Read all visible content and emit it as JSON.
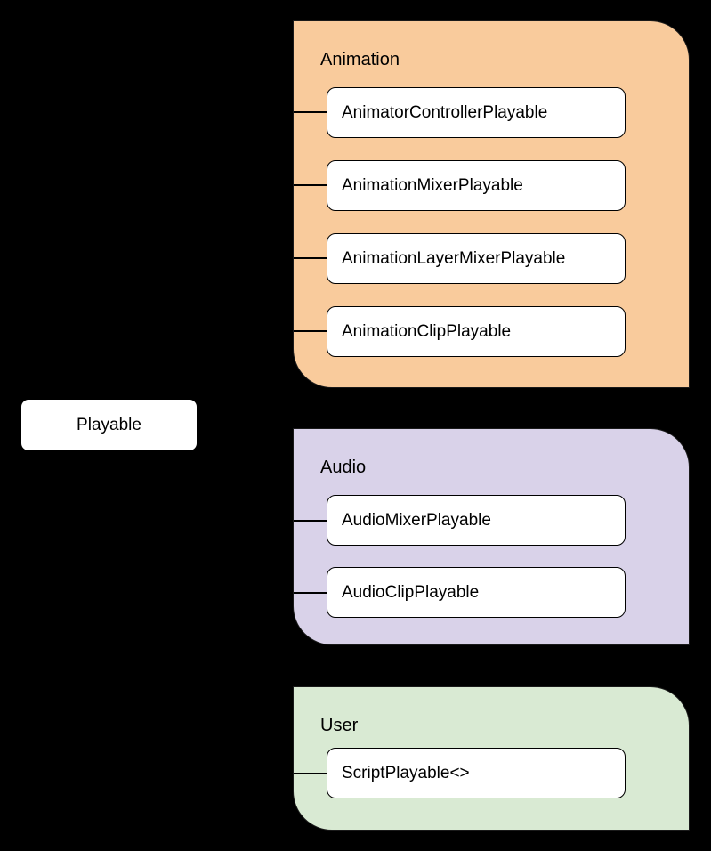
{
  "diagram": {
    "background_color": "#000000",
    "node_fill_color": "#FFFFFF",
    "stroke_color": "#000000",
    "root_node": {
      "label": "Playable"
    },
    "groups": [
      {
        "title": "Animation",
        "fill_color": "#F9CB9C",
        "items": [
          "AnimatorControllerPlayable",
          "AnimationMixerPlayable",
          "AnimationLayerMixerPlayable",
          "AnimationClipPlayable"
        ]
      },
      {
        "title": "Audio",
        "fill_color": "#D9D2E9",
        "items": [
          "AudioMixerPlayable",
          "AudioClipPlayable"
        ]
      },
      {
        "title": "User",
        "fill_color": "#D9EAD3",
        "items": [
          "ScriptPlayable<>"
        ]
      }
    ]
  }
}
